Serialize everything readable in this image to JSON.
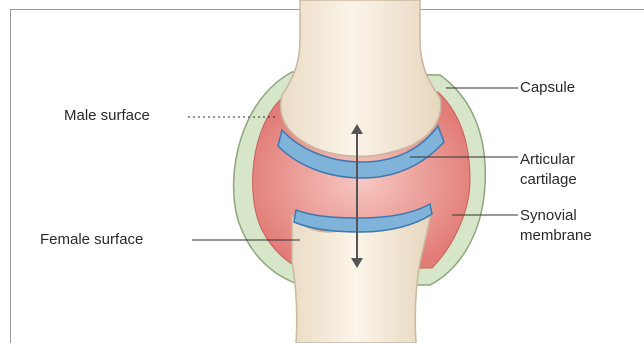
{
  "labels": {
    "male_surface": "Male surface",
    "female_surface": "Female surface",
    "capsule": "Capsule",
    "articular_cartilage_line1": "Articular",
    "articular_cartilage_line2": "cartilage",
    "synovial_membrane_line1": "Synovial",
    "synovial_membrane_line2": "membrane"
  },
  "colors": {
    "bone": "#f6ecdc",
    "bone_outline": "#c8b8a0",
    "capsule": "#d7e6c9",
    "capsule_outline": "#8ea67c",
    "synovial": "#ec8c86",
    "cartilage": "#7fb3da",
    "cartilage_dark": "#3f78b0",
    "leader": "#333333"
  }
}
